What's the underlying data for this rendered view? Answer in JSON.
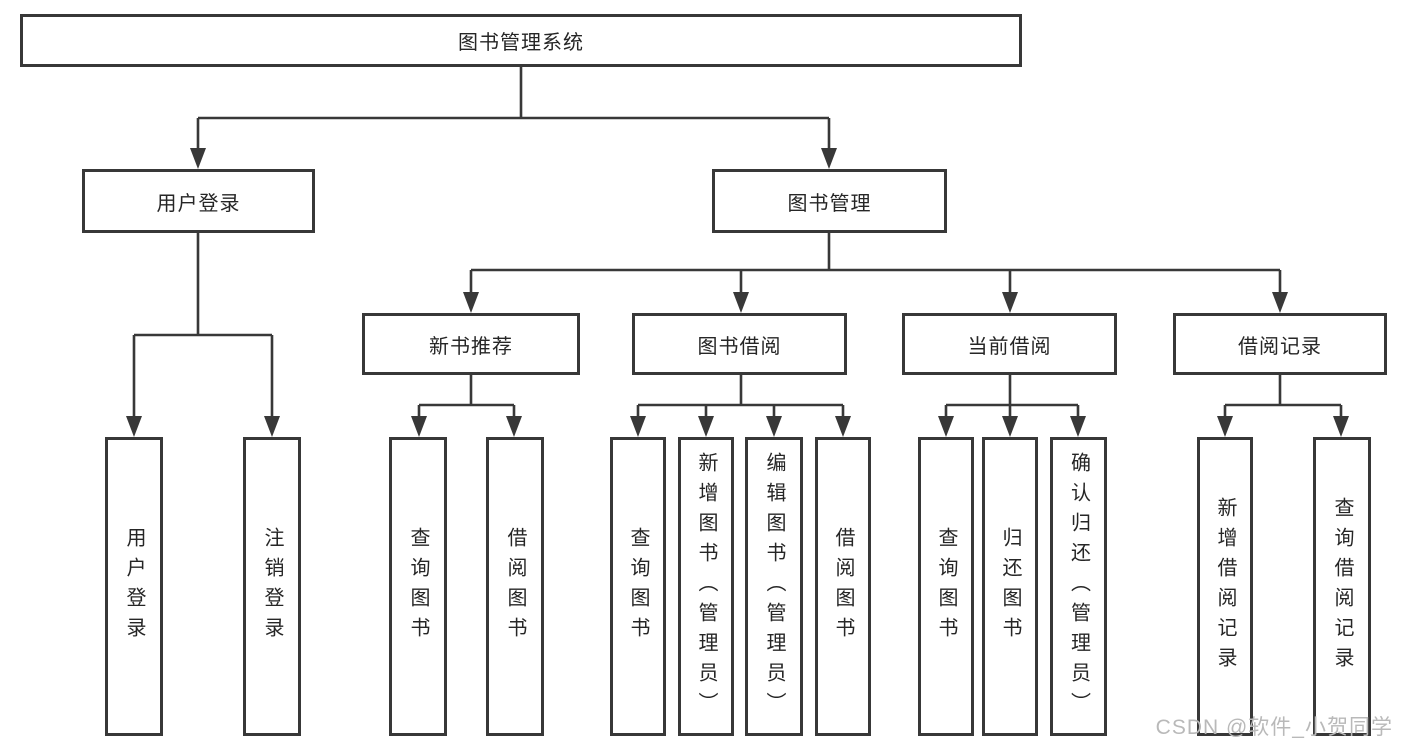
{
  "colors": {
    "line": "#383838",
    "text": "#262626",
    "watermark": "#b9b9b9",
    "background": "#ffffff"
  },
  "title": {
    "label": "图书管理系统"
  },
  "tree": {
    "user": {
      "label": "用户登录",
      "children": [
        {
          "label": "用户登录"
        },
        {
          "label": "注销登录"
        }
      ]
    },
    "management": {
      "label": "图书管理",
      "sections": [
        {
          "label": "新书推荐",
          "children": [
            {
              "label": "查询图书"
            },
            {
              "label": "借阅图书"
            }
          ]
        },
        {
          "label": "图书借阅",
          "children": [
            {
              "label": "查询图书"
            },
            {
              "label": "新增图书（管理员）"
            },
            {
              "label": "编辑图书（管理员）"
            },
            {
              "label": "借阅图书"
            }
          ]
        },
        {
          "label": "当前借阅",
          "children": [
            {
              "label": "查询图书"
            },
            {
              "label": "归还图书"
            },
            {
              "label": "确认归还（管理员）"
            }
          ]
        },
        {
          "label": "借阅记录",
          "children": [
            {
              "label": "新增借阅记录"
            },
            {
              "label": "查询借阅记录"
            }
          ]
        }
      ]
    }
  },
  "watermark": {
    "text": "CSDN @软件_小贺同学"
  }
}
